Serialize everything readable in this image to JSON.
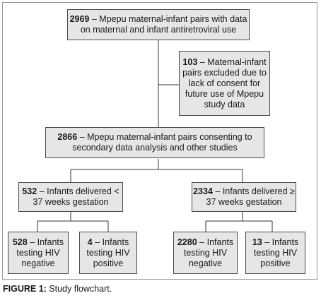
{
  "nodes": {
    "root": {
      "num": "2969",
      "text": "Mpepu maternal-infant pairs with data on maternal and infant antiretroviral use"
    },
    "excluded": {
      "num": "103",
      "text": "Maternal-infant pairs excluded due to lack of consent for future use of Mpepu study data"
    },
    "consent": {
      "num": "2866",
      "text": "Mpepu maternal-infant pairs consenting to secondary data analysis and other studies"
    },
    "preterm": {
      "num": "532",
      "text": "Infants delivered < 37 weeks gestation"
    },
    "term": {
      "num": "2334",
      "text": "Infants delivered ≥ 37 weeks gestation"
    },
    "pre_neg": {
      "num": "528",
      "text": "Infants testing HIV negative"
    },
    "pre_pos": {
      "num": "4",
      "text": "Infants testing HIV positive"
    },
    "term_neg": {
      "num": "2280",
      "text": "Infants testing HIV negative"
    },
    "term_pos": {
      "num": "13",
      "text": "Infants testing HIV positive"
    }
  },
  "dash": "–",
  "caption": {
    "label": "FIGURE 1:",
    "text": "Study flowchart."
  }
}
